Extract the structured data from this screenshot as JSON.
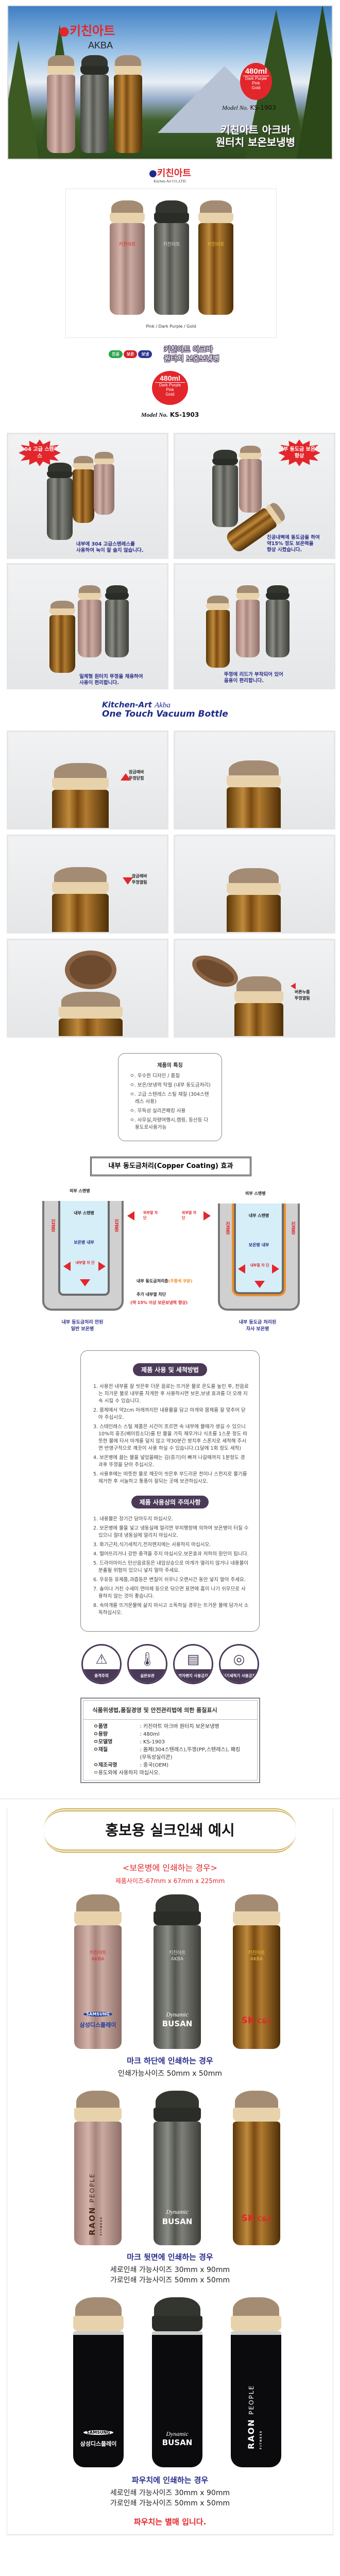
{
  "hero": {
    "brand_ko": "키친아트",
    "brand_en": "AKBA",
    "capacity": "480ml",
    "colors": [
      "Dark Purple",
      "Pink",
      "Gold"
    ],
    "model_label": "Model No.",
    "model": "KS-1903",
    "title_line1": "키친아트 아크바",
    "title_line2": "원터치 보온보냉병"
  },
  "company": {
    "logo_ko": "키친아트",
    "logo_en": "Kitchen-Art CO.,LTD."
  },
  "product_photo": {
    "caption": "Pink / Dark Purple / Gold"
  },
  "product_title": {
    "badges": [
      "진공",
      "보온",
      "보냉"
    ],
    "line1": "키친아트 아크바",
    "line2": "원터치 보온보냉병",
    "capacity": "480ml",
    "colors": [
      "Dark Purple",
      "Pink",
      "Gold"
    ],
    "model_label": "Model No.",
    "model": "KS-1903"
  },
  "feature_photos": [
    {
      "burst": "304 고급 스텐레스",
      "caption": [
        "내부에 304 고급스텐레스를",
        "사용하여 녹이 잘 슬지 않습니다."
      ]
    },
    {
      "burst": "내부 동도금 보온력 향상",
      "caption": [
        "진공내벽에 동도금을 하여",
        "약15% 정도 보온력을",
        "향상 시켰습니다."
      ]
    },
    {
      "caption": [
        "일체형 원터치 뚜껑을 채용하여",
        "사용이 편리합니다."
      ]
    },
    {
      "caption": [
        "뚜껑에 리드가 부착되어 있어",
        "음용이 편리합니다."
      ]
    }
  ],
  "section_title": {
    "line1": "Kitchen-Art",
    "script": "Akba",
    "line2": "One Touch Vacuum Bottle"
  },
  "detail_notes": {
    "closed": [
      "잠금레바",
      "뚜껑닫힘"
    ],
    "opened": [
      "잠금레바",
      "뚜껑열림"
    ],
    "button": [
      "버튼누름",
      "뚜껑열림"
    ]
  },
  "features": {
    "title": "제품의 특징",
    "items": [
      "ㅇ. 우수한 디자인 / 품질",
      "ㅇ. 보온/보냉력 탁월 (내부 동도금처리)",
      "ㅇ. 고급 스텐레스 스틸 재질 (304스텐레스 사용)",
      "ㅇ. 무독성 실리콘패킹 사용",
      "ㅇ. 사무실,차량여행시,캠핑, 등산등 다용도로사용가능"
    ]
  },
  "copper": {
    "title": "내부 동도금처리(Copper Coating) 효과",
    "outer": "외부 스텐병",
    "inner": "내부 스텐병",
    "vacuum": "진공층",
    "inside": "보온병 내부",
    "inner_heat": "내부열 차 단",
    "outer_heat": "외부열 차 단",
    "plating_layer": "내부 동도금처리층",
    "plating_color": "(주황색 부분)",
    "extra_block": "추가 내부열 차단",
    "improvement": "(약 15% 이상 보온보냉력 향상)",
    "left_caption": [
      "내부 동도금처리 안된",
      "일반 보온병"
    ],
    "right_caption": [
      "내부 동도금 처리된",
      "자사 보온병"
    ]
  },
  "usage": {
    "title": "제품 사용 및 세척방법",
    "items": [
      "1. 사용전 내부를 잘 씻은후 더운 음료는 뜨거운 물로 온도를 높인 후, 찬음료는 차가운 물로 내부를 차게한 후 사용하시면 보온,보냉 효과를 더 오래 지속 시킬 수 있습니다.",
      "2. 몸체에서 약2cm 아래까지만 내용물을 담고 마개와 몸체를 잘 맞추어 닫아 주십시오.",
      "3. 스테인레스 스틸 제품은 시간이 흐르면 속 내부에 물때가 생길 수 있으니 10%의 중조(베이킹소다)를 탄 물을 가득 채우거나 식초를 1스푼 정도 따뜻한 물에 타서 마개를 덮지 않고 약30분간 방치후 스폰지로 세척해 주시면 반영구적으로 깨끗이 사용 하실 수 있습니다.(1달에 1회 정도 세척)",
      "4. 보온병에 끓는 물을 넣었을때는 김(증기)이 빠져 나갈때까지 1분정도 경과후 뚜껑을 닫아 주십시오.",
      "5. 사용후에는 따뜻한 물로 깨끗이 씻은후 부드러운 천이나 스펀지로 물기를 제거한 후 서늘하고 통풍이 잘되는 곳에 보관하십시오."
    ],
    "caution_title": "제품 사용상의 주의사항",
    "cautions": [
      "1. 내용물은 장기간 담아두지 마십시오.",
      "2. 보온병에 물을 넣고 냉동실에 얼리면 부피팽창에 의하여 보온병이 터질 수 있으니 절대 냉동실에 얼리지 마십시오.",
      "3. 화기근처,식기세척기,전자렌지에는 사용하지 마십시오.",
      "4. 떨어뜨리거나 강한 충격을 주지 마십시오.보온효과 저하의 원인이 됩니다.",
      "5. 드라이아이스 탄산음료등은 내압상승으로 마개가 열리지 않거나 내용물이 분출될 위험이 있으니 넣지 말아 주세요.",
      "6. 우유등 유제품,과즙등은 변질이 쉬우니 오랜시간 동안 넣지 말아 주세요.",
      "7. 솔이나 거친 수세미 연마제 등으로 닦으면 표면에 흠이 나기 쉬우므로 사용하지 않는 것이 좋습니다.",
      "8. 속마개를 뜨거운물에 삶지 마시고 소독하실 경우는 뜨거운 물에 담가서 소독하십시오."
    ]
  },
  "warning_icons": [
    {
      "icon": "impact-icon",
      "label": "충격주의"
    },
    {
      "icon": "thermometer-icon",
      "label": "실온보관"
    },
    {
      "icon": "microwave-icon",
      "label": "전자렌지 사용금지"
    },
    {
      "icon": "dishwasher-icon",
      "label": "식기세척기 사용금지"
    }
  ],
  "quality": {
    "title": "식품위생법,품질경영 및 안전관리법에 의한 품질표시",
    "rows": [
      {
        "k": "ㅇ품명",
        "v": ": 키친아트 아크바 원터치 보온보냉병"
      },
      {
        "k": "ㅇ용량",
        "v": ": 480ml"
      },
      {
        "k": "ㅇ모델명",
        "v": ": KS-1903"
      },
      {
        "k": "ㅇ재질",
        "v": ": 몸체(304스텐레스),뚜껑(PP,스텐레스), 패킹(무독성실리콘)"
      },
      {
        "k": "ㅇ제조국명",
        "v": ": 중국(OEM)"
      }
    ],
    "note": "ㅇ용도외에 사용하지 마십시오."
  },
  "silk": {
    "banner": "홍보용 실크인쇄 예시",
    "heading": "<보온병에 인쇄하는 경우>",
    "size": "제품사이즈-67mm x 67mm x 225mm",
    "bottle_logo": "키친아트",
    "bottle_brand": "AKBA",
    "logos": {
      "samsung": "SAMSUNG",
      "samsung_ko": "삼성디스플레이",
      "busan_script": "Dynamic",
      "busan": "BUSAN",
      "sk": "SK",
      "skcc": "C&C",
      "raon": "RAON",
      "people": "PEOPLE",
      "fitness": "FITNESS"
    },
    "cases": [
      {
        "title": "마크 하단에 인쇄하는 경우",
        "lines": [
          "인쇄가능사이즈 50mm x 50mm"
        ]
      },
      {
        "title": "마크 뒷면에 인쇄하는 경우",
        "lines": [
          "세로인쇄 가능사이즈 30mm x 90mm",
          "가로인쇄 가능사이즈 50mm x 50mm"
        ]
      },
      {
        "title": "파우치에 인쇄하는 경우",
        "lines": [
          "세로인쇄 가능사이즈 30mm x 90mm",
          "가로인쇄 가능사이즈 50mm x 50mm"
        ]
      }
    ],
    "pouch_note": "파우치는 별매 입니다."
  },
  "colors": {
    "accent_red": "#e3262b",
    "navy": "#2b2f8a",
    "purple": "#4a3a58",
    "copper": "#f0902a"
  }
}
